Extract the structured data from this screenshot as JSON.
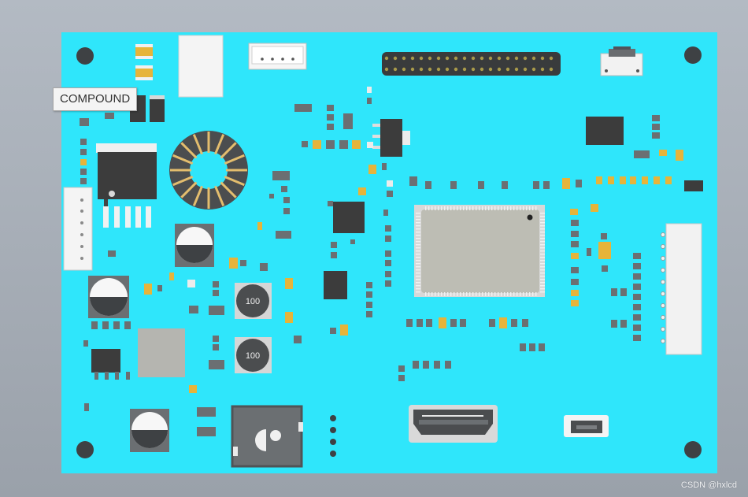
{
  "tooltip": {
    "text": "COMPOUND"
  },
  "inductors": {
    "label_1": "100",
    "label_2": "100"
  },
  "watermark": {
    "text": "CSDN @hxlcd"
  },
  "colors": {
    "pcb": "#2fe6fb",
    "chip_dark": "#3c3c3c",
    "chip_grey": "#bdbdb4",
    "metal": "#d6d6d6",
    "smd_white": "#ececec",
    "smd_grey": "#6b6f72",
    "smd_gold": "#e6b43a",
    "capacitor_white": "#f7f7f7"
  },
  "icons": [
    "mounting-hole-icon",
    "toroidal-inductor-icon",
    "electrolytic-capacitor-icon",
    "hdmi-connector-icon",
    "usb-connector-icon",
    "pin-header-icon",
    "ic-chip-icon"
  ]
}
